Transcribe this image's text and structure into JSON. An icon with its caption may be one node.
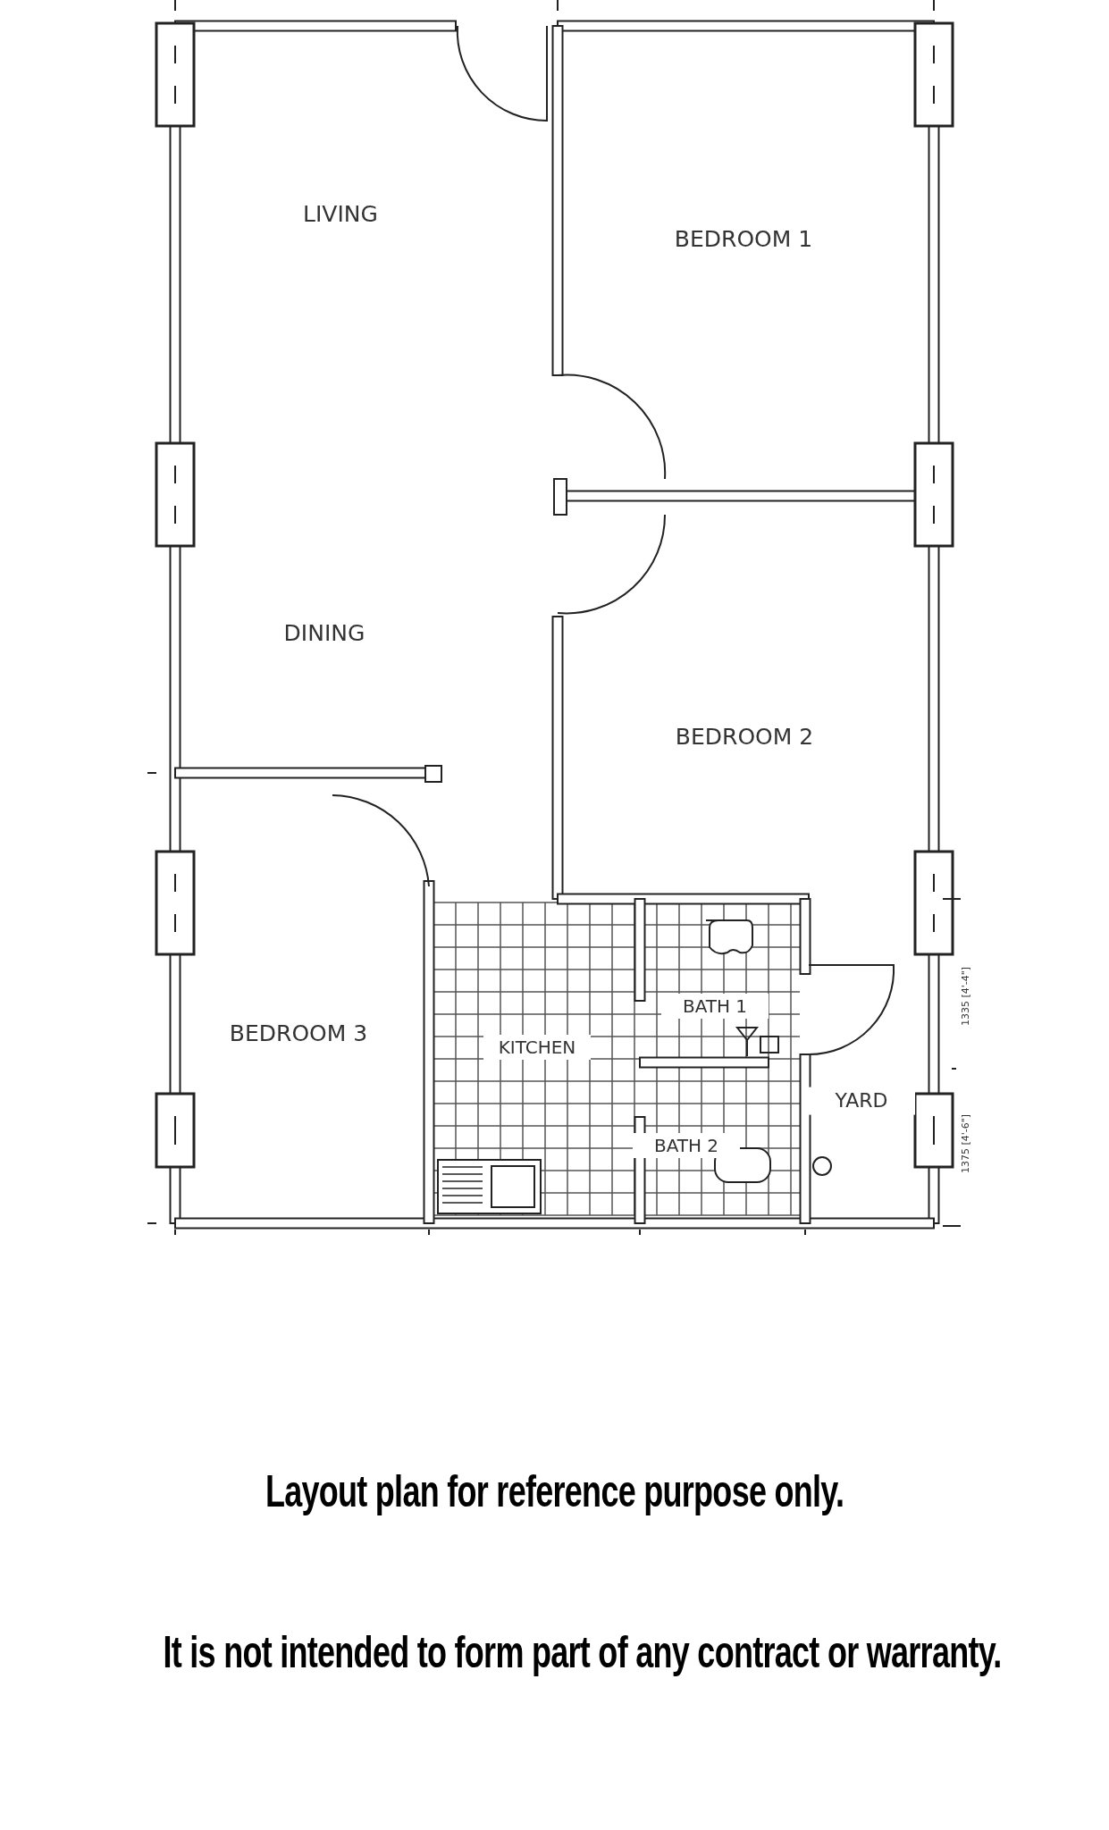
{
  "diagram": {
    "nodes": [
      {
        "text": [
          "LIVING"
        ]
      },
      {
        "text": [
          "BEDROOM 1"
        ]
      },
      {
        "text": [
          "DINING"
        ]
      },
      {
        "text": [
          "BEDROOM 2"
        ]
      },
      {
        "text": [
          "BEDROOM 3"
        ]
      },
      {
        "text": [
          "KITCHEN"
        ]
      },
      {
        "text": [
          "BATH 1"
        ]
      },
      {
        "text": [
          "BATH 2"
        ]
      },
      {
        "text": [
          "YARD"
        ]
      }
    ],
    "edges": [],
    "labels": [
      "1335 [4'-4\"]",
      "1375 [4'-6\"]",
      "Layout plan for reference purpose only.",
      "It is not intended to form part of any contract or warranty."
    ]
  }
}
